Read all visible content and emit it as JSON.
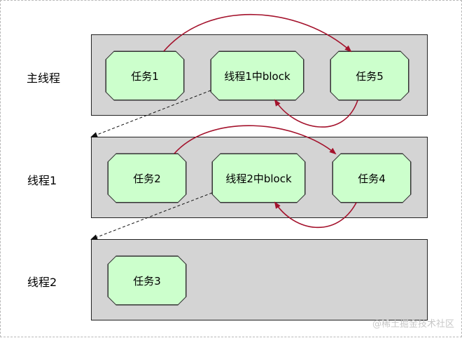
{
  "lanes": [
    {
      "label": "主线程"
    },
    {
      "label": "线程1"
    },
    {
      "label": "线程2"
    }
  ],
  "tasks": {
    "t1": "任务1",
    "block1": "线程1中block",
    "t5": "任务5",
    "t2": "任务2",
    "block2": "线程2中block",
    "t4": "任务4",
    "t3": "任务3"
  },
  "colors": {
    "lane_fill": "#d4d4d4",
    "task_fill": "#ccffcc",
    "arrow_red": "#a4122c",
    "arrow_dashed": "#111111"
  },
  "watermark": "@稀土掘金技术社区"
}
